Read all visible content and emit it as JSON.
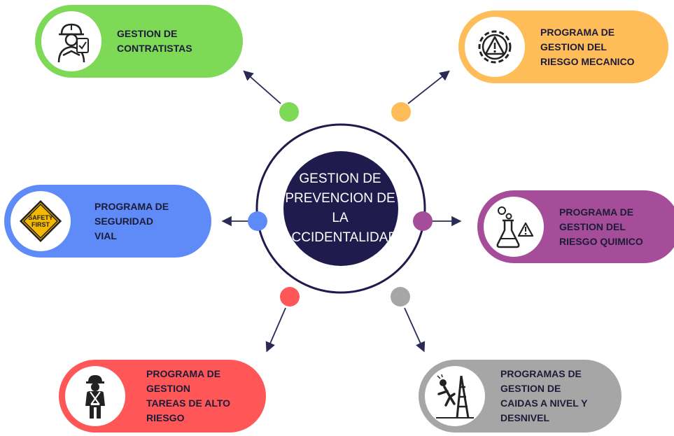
{
  "center": {
    "title": "GESTION DE\nPREVENCION DE\nLA\nACCIDENTALIDAD",
    "color": "#1f1b4d"
  },
  "programs": [
    {
      "id": "contratistas",
      "label": "GESTION DE CONTRATISTAS",
      "color": "#7ed957",
      "icon": "contractor-worker-icon"
    },
    {
      "id": "riesgo-mecanico",
      "label": "PROGRAMA DE GESTION DEL\nRIESGO MECANICO",
      "color": "#ffbd59",
      "icon": "gear-warning-icon"
    },
    {
      "id": "seguridad-vial",
      "label": "PROGRAMA DE SEGURIDAD\nVIAL",
      "color": "#5e8bf7",
      "icon": "safety-first-sign-icon",
      "icon_text": "SAFETY\nFIRST"
    },
    {
      "id": "riesgo-quimico",
      "label": "PROGRAMA DE GESTION DEL\nRIESGO QUIMICO",
      "color": "#a64d99",
      "icon": "chemical-flask-warning-icon"
    },
    {
      "id": "alto-riesgo",
      "label": "PROGRAMA DE GESTION\nTAREAS DE ALTO RIESGO",
      "color": "#ff5757",
      "icon": "harness-worker-icon"
    },
    {
      "id": "caidas",
      "label": "PROGRAMAS DE GESTION DE\nCAIDAS A NIVEL Y DESNIVEL",
      "color": "#a6a6a6",
      "icon": "falling-ladder-icon"
    }
  ],
  "colors": {
    "ring": "#1f1b4d",
    "arrow": "#2b2a55",
    "node_dots": [
      "#7ed957",
      "#ffbd59",
      "#5e8bf7",
      "#a64d99",
      "#ff5757",
      "#a6a6a6"
    ]
  }
}
